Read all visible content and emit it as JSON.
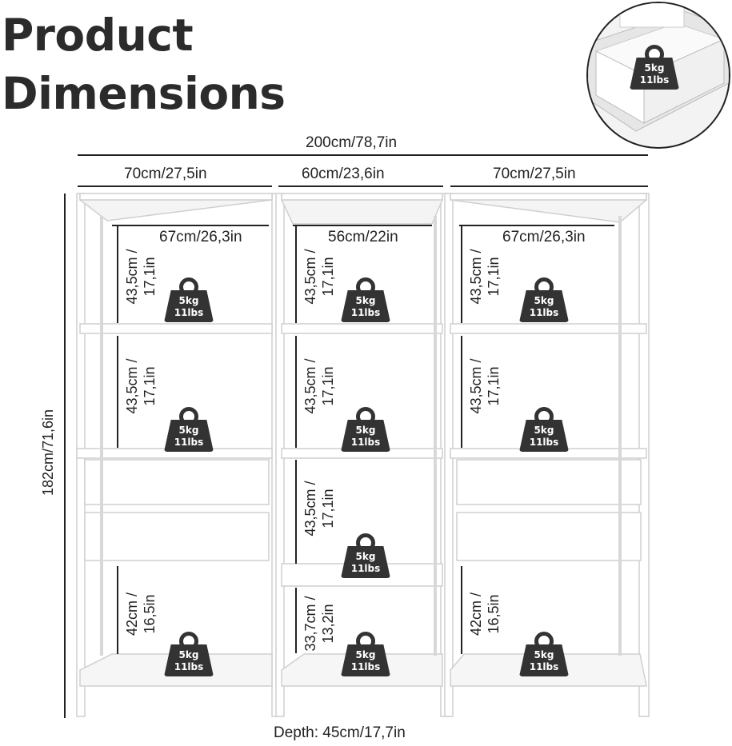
{
  "title": {
    "line1": "Product",
    "line2": "Dimensions"
  },
  "dimensions": {
    "total_width": "200cm/78,7in",
    "left_width": "70cm/27,5in",
    "middle_width": "60cm/23,6in",
    "right_width": "70cm/27,5in",
    "left_inner": "67cm/26,3in",
    "middle_inner": "56cm/22in",
    "right_inner": "67cm/26,3in",
    "height": "182cm/71,6in",
    "depth": "Depth: 45cm/17,7in",
    "compartment_435": "43,5cm /\n17,1in",
    "compartment_42": "42cm /\n16,5in",
    "compartment_337": "33,7cm /\n13,2in"
  },
  "weight_badge": {
    "kg": "5kg",
    "lbs": "11lbs"
  },
  "icons": [
    "weight-icon"
  ],
  "colors": {
    "text": "#222222",
    "badge": "#333333",
    "shelf": "#ffffff",
    "shelf_edge": "#cfcfcf"
  }
}
